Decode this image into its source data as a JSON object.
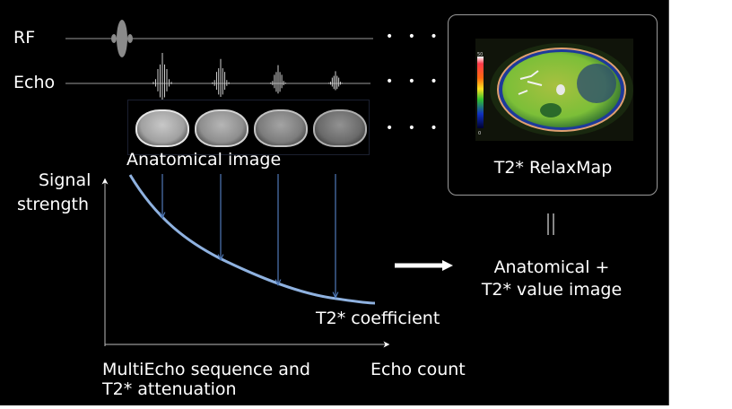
{
  "diagram": {
    "rows": {
      "rf_label": "RF",
      "echo_label": "Echo",
      "ellipsis": "• • •"
    },
    "echo_amplitudes": [
      1.0,
      0.8,
      0.6,
      0.4
    ],
    "anatomical_label": "Anatomical image",
    "relaxmap": {
      "title": "T2* RelaxMap",
      "colorbar_max": "50",
      "colorbar_min": "0"
    },
    "equals_sign": "||",
    "result_label_line1": "Anatomical +",
    "result_label_line2": "T2* value image",
    "graph": {
      "y_label_line1": "Signal",
      "y_label_line2": "strength",
      "x_label": "Echo count",
      "curve_label": "T2* coefficient",
      "caption_line1": "MultiEcho sequence and",
      "caption_line2": "T2* attenuation"
    },
    "colors": {
      "background": "#000000",
      "text": "#ffffff",
      "curve": "#8fb2e0",
      "sample_arrows": "#4f79b8",
      "axis": "#bdbdbd",
      "rf_pulse": "#8a8a8a"
    }
  }
}
